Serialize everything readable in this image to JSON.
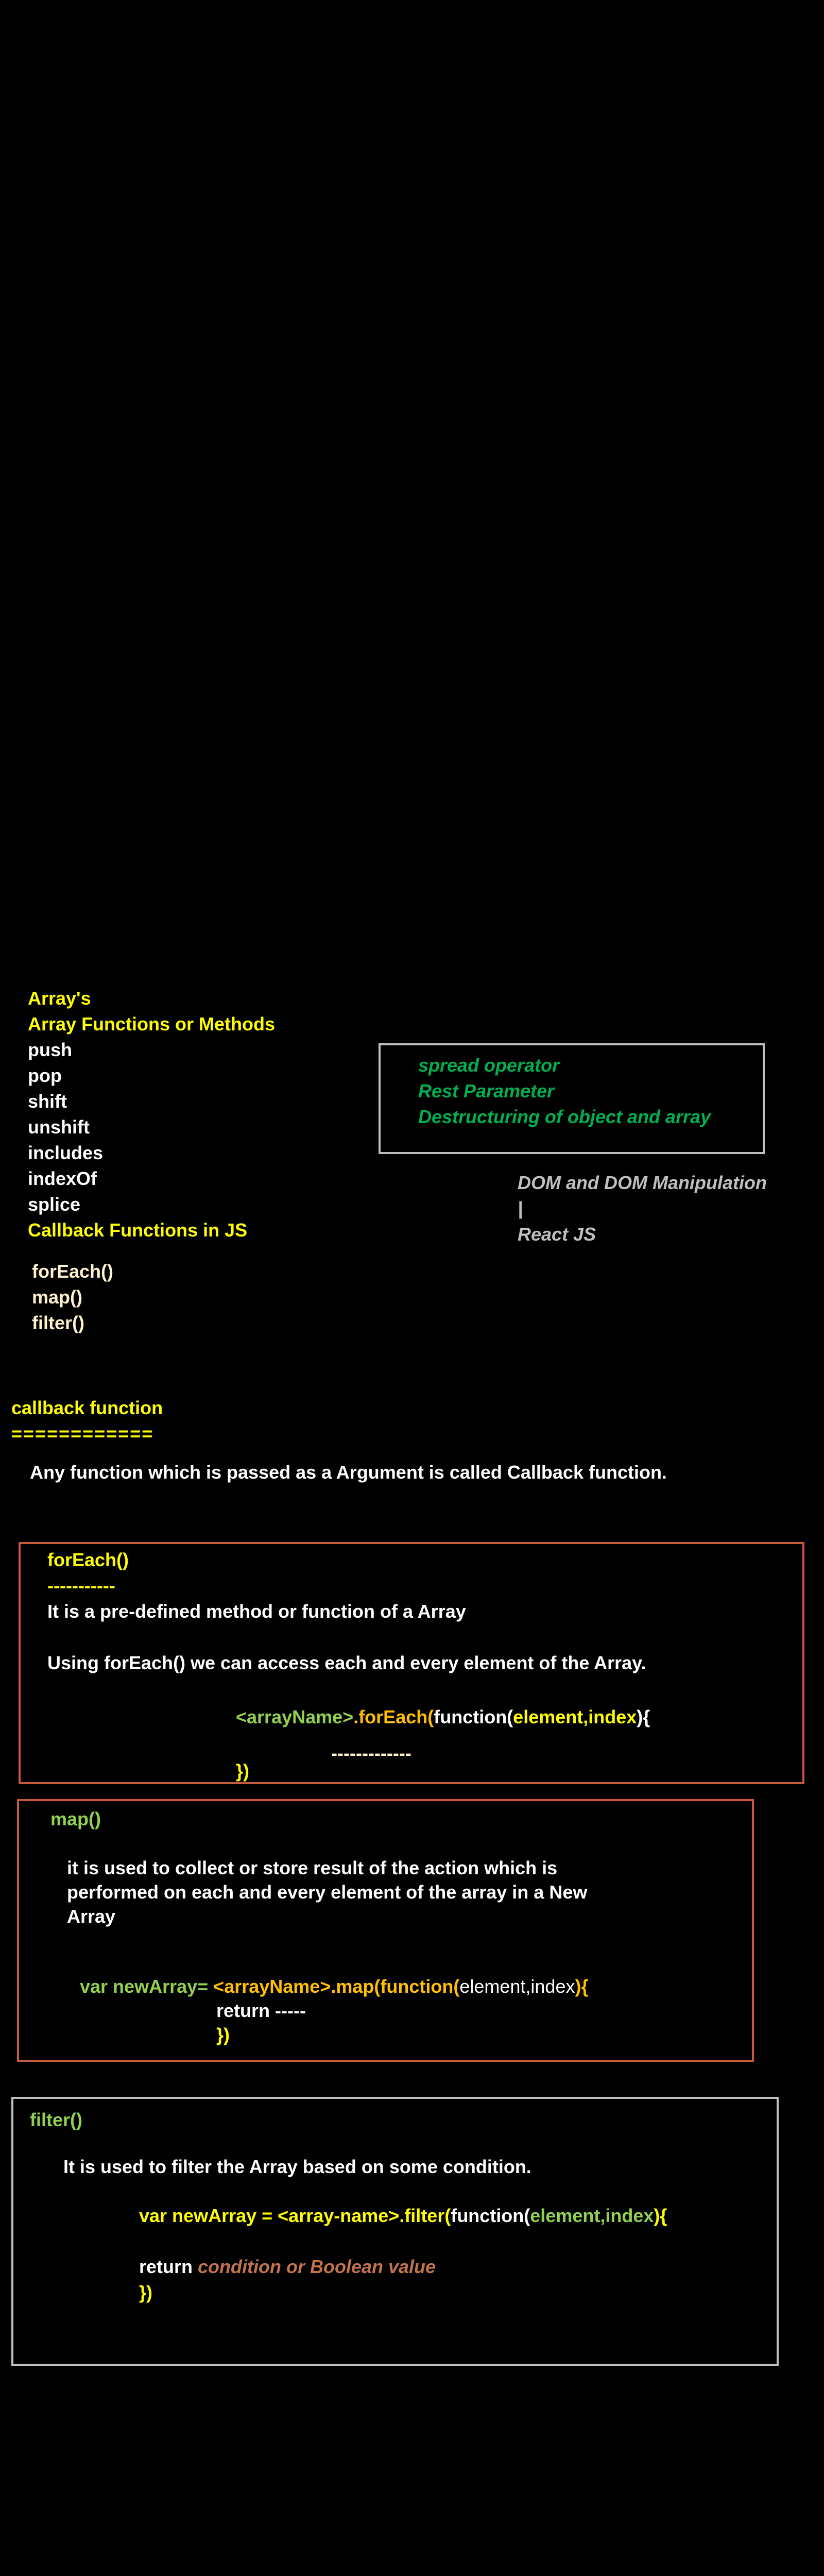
{
  "topics": {
    "heading1": "Array's",
    "heading2": "Array Functions or Methods",
    "methods": [
      "push",
      "pop",
      "shift",
      "unshift",
      "includes",
      "indexOf",
      "splice"
    ],
    "callback_heading": "Callback Functions in JS",
    "callback_items": [
      "forEach()",
      "map()",
      "filter()"
    ]
  },
  "upcoming": {
    "items": [
      "spread operator",
      "Rest Parameter",
      "Destructuring of object and array"
    ]
  },
  "future": {
    "line1": "DOM and DOM Manipulation",
    "line2": "|",
    "line3": "React JS"
  },
  "callback": {
    "title": "callback function",
    "underline": "============",
    "definition": "Any function which is passed as a Argument is called Callback function."
  },
  "foreach_box": {
    "title": "forEach()",
    "dashes": "-----------",
    "line1": "It is a pre-defined method or function of a Array",
    "line2": "Using forEach() we can access each and every element of the Array.",
    "code_array": "<arrayName>",
    "code_method": ".forEach(",
    "code_fn": "function(",
    "code_params": "element,index",
    "code_end": "){",
    "code_dashes": "-------------",
    "code_close": "})"
  },
  "map_box": {
    "title": "map()",
    "desc1": "it is used to collect or store result of the action which is",
    "desc2": "performed on each and every element of the array in a New",
    "desc3": "Array",
    "code_var": "var newArray=",
    "code_array": "<arrayName>.map(",
    "code_fn": "function(",
    "code_params": "element,index",
    "code_end": "){",
    "code_return": "return -----",
    "code_close": "})"
  },
  "filter_box": {
    "title": "filter()",
    "desc": "It is used to filter the Array based on some condition.",
    "code_var": "var newArray = <array-name>.filter(",
    "code_fn": "function(",
    "code_params": "element,index",
    "code_end": "){",
    "code_return": "return",
    "code_condition": "condition  or Boolean value",
    "code_close": "})"
  },
  "colors": {
    "background": "#000000",
    "heading_yellow": "#ffff00",
    "code_green": "#92d050",
    "code_orange": "#ffc000",
    "italic_green": "#00b050",
    "box_border_orange": "#c55a3c",
    "box_border_gray": "#bfbfbf"
  }
}
